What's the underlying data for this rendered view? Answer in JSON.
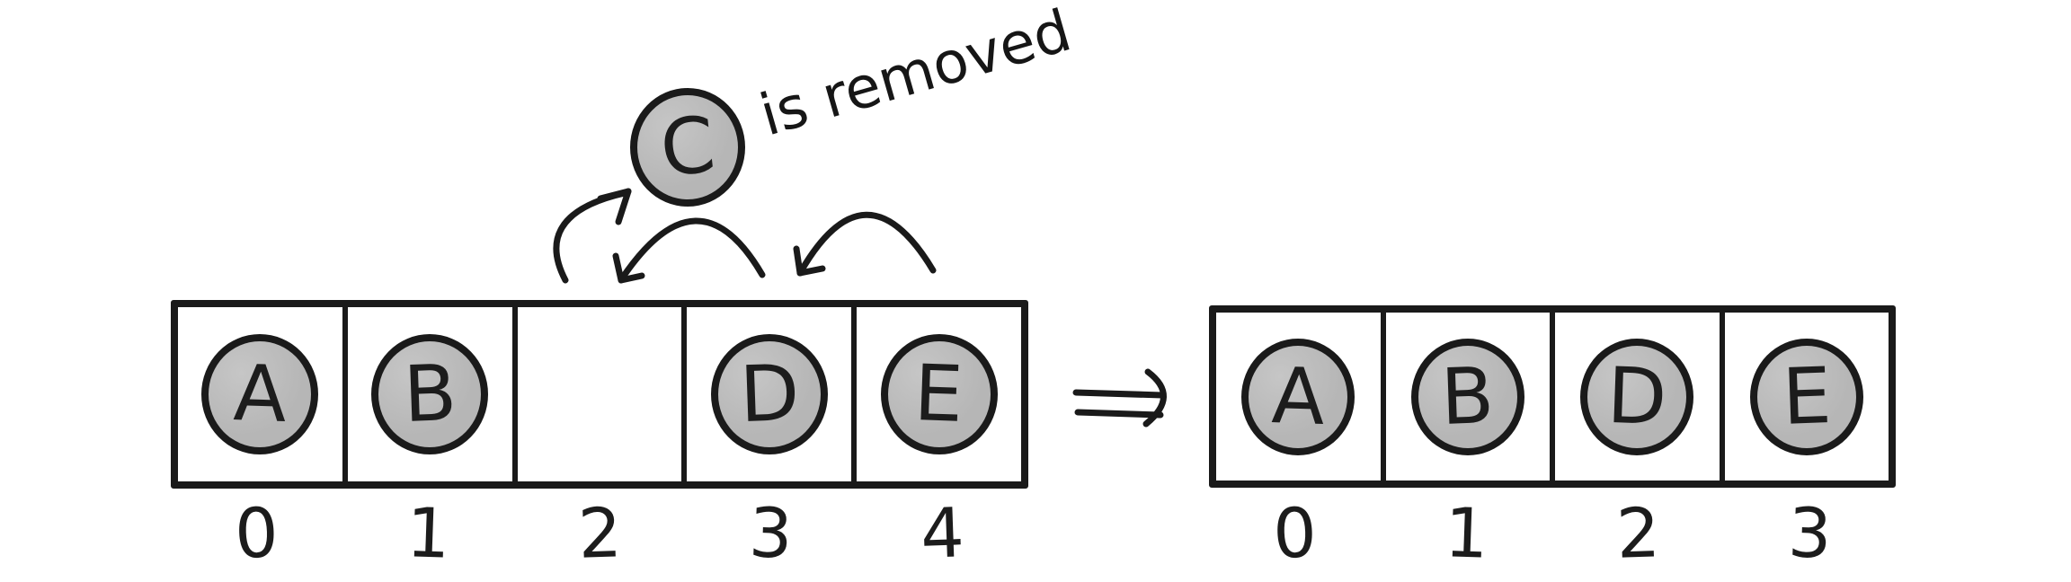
{
  "removed": {
    "letter": "C",
    "label": "is removed"
  },
  "before_array": {
    "cells": [
      {
        "letter": "A",
        "index": "0"
      },
      {
        "letter": "B",
        "index": "1"
      },
      {
        "letter": "",
        "index": "2"
      },
      {
        "letter": "D",
        "index": "3"
      },
      {
        "letter": "E",
        "index": "4"
      }
    ]
  },
  "after_array": {
    "cells": [
      {
        "letter": "A",
        "index": "0"
      },
      {
        "letter": "B",
        "index": "1"
      },
      {
        "letter": "D",
        "index": "2"
      },
      {
        "letter": "E",
        "index": "3"
      }
    ]
  },
  "icons": {
    "remove_arrow": "curved-up-arrow",
    "shift_left_arrow_d": "curved-left-arc-arrow",
    "shift_left_arrow_e": "curved-left-arc-arrow",
    "implies_arrow": "⇒"
  },
  "colors": {
    "background": "#ffffff",
    "ink": "#1a1a1a",
    "circle_fill": "#b6b6b6",
    "circle_fill_light": "#c6c6c6"
  }
}
